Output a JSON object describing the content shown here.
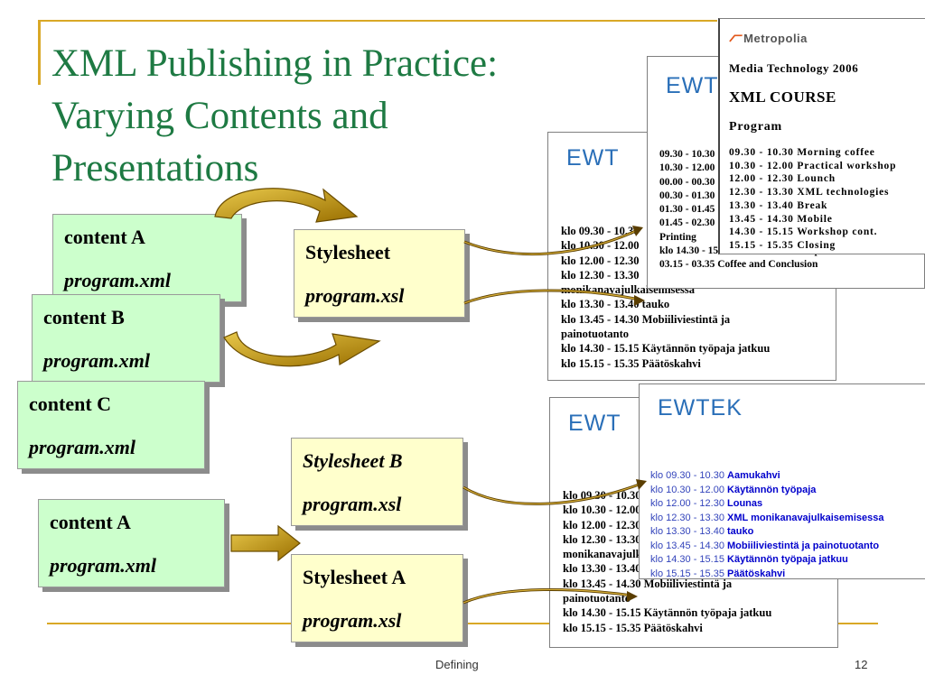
{
  "title": {
    "line1": "XML Publishing in Practice:",
    "line2": "Varying Contents and",
    "line3": "Presentations"
  },
  "colors": {
    "title": "#1e7a43",
    "gold_rule": "#d9a826",
    "content_box": "#ccffcc",
    "stylesheet_box": "#ffffcc",
    "arrow": "#b8860b"
  },
  "content_boxes": [
    {
      "label": "content A",
      "file": "program.xml"
    },
    {
      "label": "content B",
      "file": "program.xml"
    },
    {
      "label": "content C",
      "file": "program.xml"
    },
    {
      "label": "content A",
      "file": "program.xml"
    }
  ],
  "stylesheets": [
    {
      "label": "Stylesheet",
      "file": "program.xsl"
    },
    {
      "label": "Stylesheet B",
      "file": "program.xsl"
    },
    {
      "label": "Stylesheet A",
      "file": "program.xsl"
    }
  ],
  "logo_ewtek": "EWTEK",
  "logo_ewtek_cut": "EWT",
  "logo_metropolia": "Metropolia",
  "top_print_finnish": {
    "lines": [
      "klo 09.30 - 10.30",
      "klo 10.30 - 12.00",
      "klo 12.00 - 12.30",
      "klo 12.30 - 13.30",
      "monikanavajulkaisemisessa",
      "klo 13.30 - 13.40 tauko",
      "klo 13.45 - 14.30 Mobiiliviestintä ja",
      "painotuotanto",
      "klo 14.30 - 15.15 Käytännön työpaja jatkuu",
      "klo 15.15 - 15.35 Päätöskahvi"
    ]
  },
  "top_print_english": {
    "lines": [
      "09.30 - 10.30",
      "10.30 - 12.00",
      "00.00 - 00.30",
      "00.30 - 01.30",
      "01.30 - 01.45",
      "01.45 - 02.30",
      "Printing",
      "klo 14.30 - 15.15 Practical workshop cont.",
      "03.15 - 03.35 Coffee and Conclusion"
    ]
  },
  "metropolia_doc": {
    "heading1": "Media Technology 2006",
    "heading2": "XML COURSE",
    "heading3": "Program",
    "lines": [
      "09.30 - 10.30 Morning coffee",
      "10.30 - 12.00 Practical workshop",
      "12.00 - 12.30 Lounch",
      "12.30 - 13.30 XML technologies",
      "13.30 - 13.40 Break",
      "13.45 - 14.30 Mobile",
      "14.30 - 15.15 Workshop cont.",
      "15.15 - 15.35 Closing"
    ]
  },
  "bottom_print_finnish": {
    "lines": [
      "klo 09.30 - 10.30",
      "klo 10.30 - 12.00",
      "klo 12.00 - 12.30",
      "klo 12.30 - 13.30",
      "monikanavajulkaisemisessa",
      "klo 13.30 - 13.40",
      "klo 13.45 - 14.30 Mobiiliviestintä ja",
      "painotuotanto",
      "klo 14.30 - 15.15 Käytännön työpaja jatkuu",
      "klo 15.15 - 15.35 Päätöskahvi"
    ]
  },
  "screen_doc": {
    "rows": [
      {
        "time": "klo 09.30 - 10.30",
        "name": "Aamukahvi"
      },
      {
        "time": "klo 10.30 - 12.00",
        "name": "Käytännön työpaja"
      },
      {
        "time": "klo 12.00 - 12.30",
        "name": "Lounas"
      },
      {
        "time": "klo 12.30 - 13.30",
        "name": "XML monikanavajulkaisemisessa"
      },
      {
        "time": "klo 13.30 - 13.40",
        "name": "tauko"
      },
      {
        "time": "klo 13.45 - 14.30",
        "name": "Mobiiliviestintä ja painotuotanto"
      },
      {
        "time": "klo 14.30 - 15.15",
        "name": "Käytännön työpaja jatkuu"
      },
      {
        "time": "klo 15.15 - 15.35",
        "name": "Päätöskahvi"
      }
    ]
  },
  "footer": {
    "center": "Defining",
    "page": "12"
  }
}
